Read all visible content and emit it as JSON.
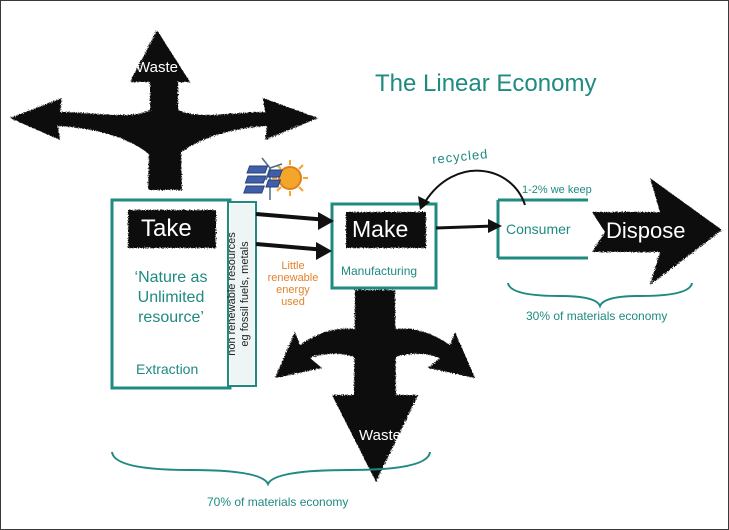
{
  "diagram": {
    "title": "The Linear Economy",
    "waste_top": "Waste",
    "waste_bottom": "Waste",
    "take": "Take",
    "make": "Make",
    "dispose": "Dispose",
    "consumer": "Consumer",
    "manufacturing": "Manufacturing",
    "extraction": "Extraction",
    "nature_line1": "‘Nature as",
    "nature_line2": "Unlimited",
    "nature_line3": "resource’",
    "nonrenewable_line1": "non renewable resources",
    "nonrenewable_line2": "eg fossil fuels, metals",
    "energy_line1": "Little",
    "energy_line2": "renewable",
    "energy_line3": "energy",
    "energy_line4": "used",
    "recycled": "recycled",
    "keep": "1-2% we keep",
    "consumer_share": "30% of materials economy",
    "total_share": "70% of materials economy",
    "colors": {
      "teal": "#1f8a80",
      "orange": "#e0832d",
      "ink": "#111111"
    },
    "icons": [
      "sun-icon",
      "wind-turbine-icon",
      "solar-panel-icon"
    ]
  }
}
